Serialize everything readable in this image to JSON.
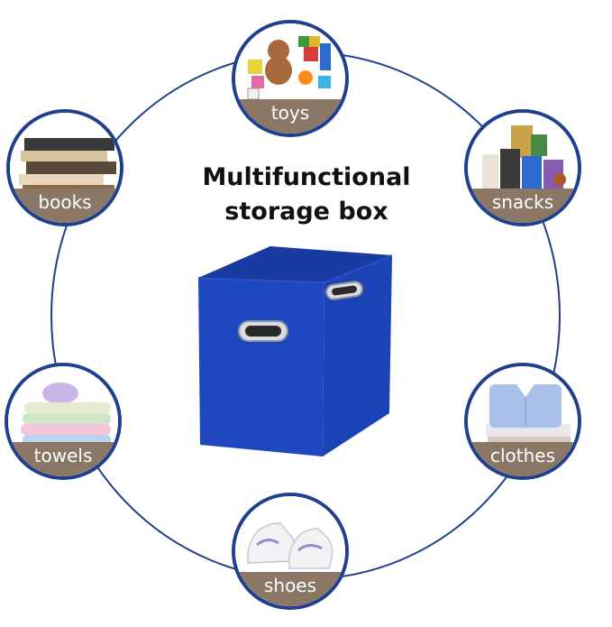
{
  "headline": {
    "line1": "Multifunctional",
    "line2": "storage box"
  },
  "categories": [
    {
      "id": "toys",
      "label": "toys"
    },
    {
      "id": "books",
      "label": "books"
    },
    {
      "id": "snacks",
      "label": "snacks"
    },
    {
      "id": "towels",
      "label": "towels"
    },
    {
      "id": "clothes",
      "label": "clothes"
    },
    {
      "id": "shoes",
      "label": "shoes"
    }
  ],
  "colors": {
    "ring": "#1f3f8f",
    "label_band": "#8a7765",
    "box_blue": "#1f48c0",
    "background": "#ffffff"
  }
}
